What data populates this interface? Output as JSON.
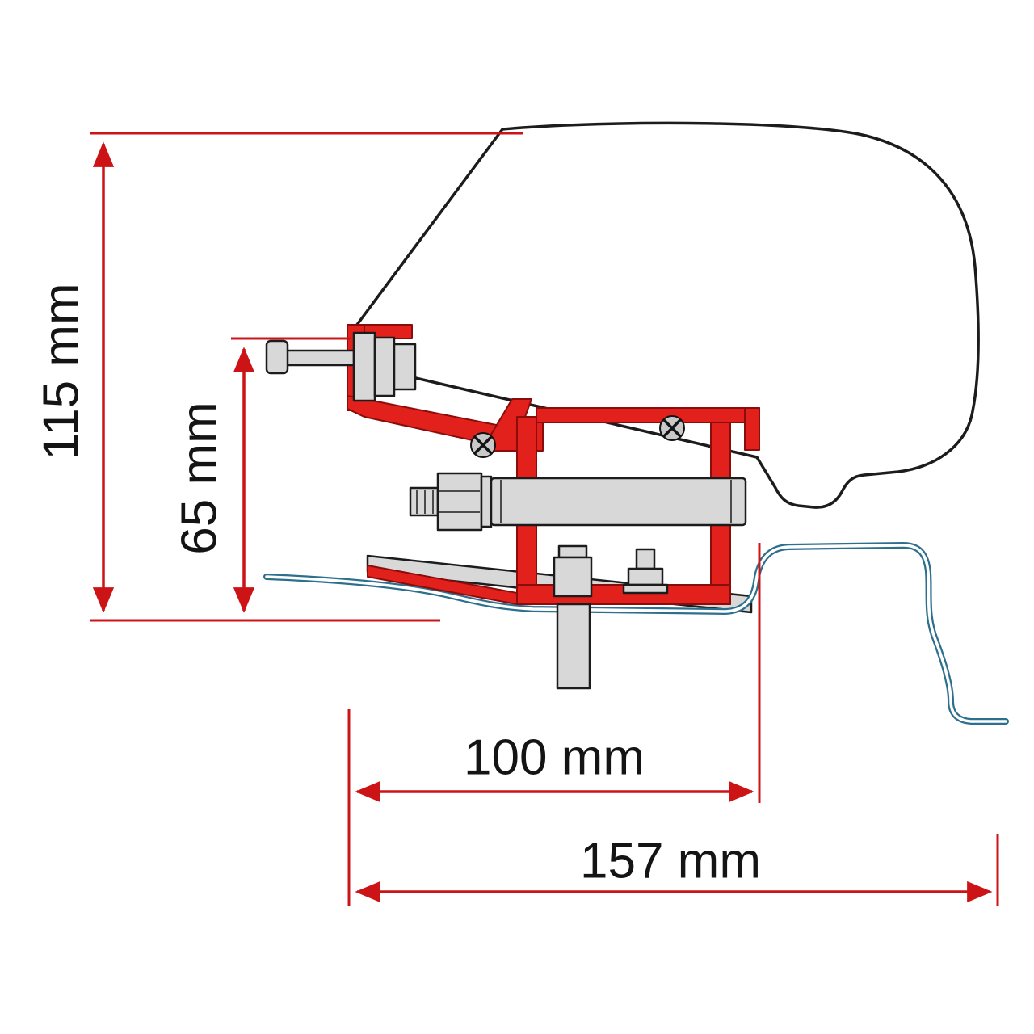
{
  "diagram": {
    "type": "technical-cross-section",
    "dimensions": {
      "overall_height": "115 mm",
      "bracket_height": "65 mm",
      "bracket_width": "100 mm",
      "overall_width": "157 mm"
    },
    "colors": {
      "dimension_line": "#cc1417",
      "bracket_red": "#e2201c",
      "outline_black": "#1c1c1c",
      "roof_line_blue": "#2e6f8e",
      "part_gray": "#d8d8d8"
    }
  }
}
